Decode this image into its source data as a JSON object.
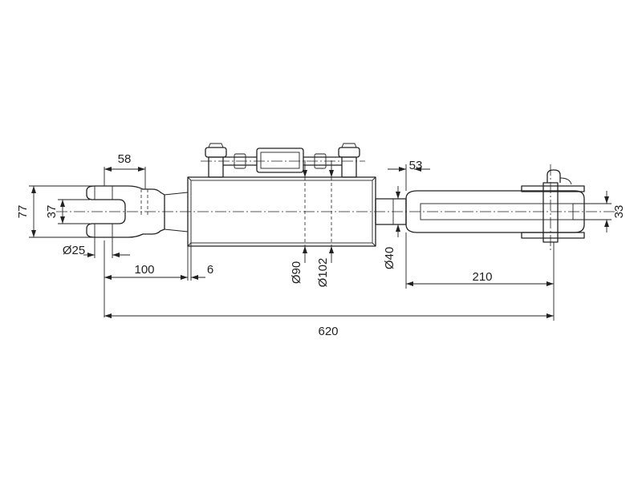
{
  "drawing": {
    "dimensions": {
      "clevis_width": "58",
      "outer_height": "77",
      "slot_height": "37",
      "pin_diameter": "Ø25",
      "clevis_to_body": "100",
      "body_gap": "6",
      "body_inner_diameter": "Ø90",
      "body_outer_diameter": "Ø102",
      "rod_diameter": "Ø40",
      "rod_offset": "53",
      "end_fork_length": "210",
      "end_fork_slot": "33",
      "total_length": "620"
    }
  }
}
